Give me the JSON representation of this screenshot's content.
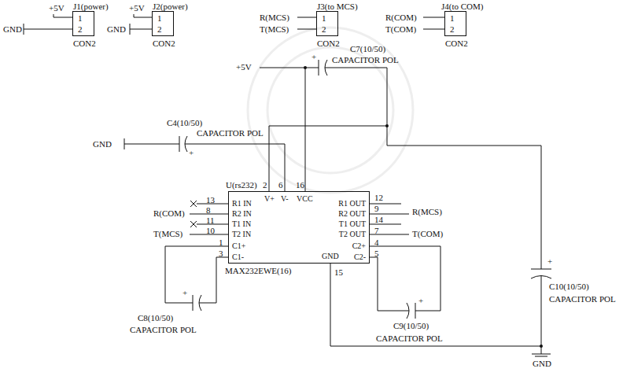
{
  "diagram": {
    "nodes": [
      {
        "text": [
          "J1(power)",
          "1",
          "2",
          "CON2"
        ]
      },
      {
        "text": [
          "J2(power)",
          "1",
          "2",
          "CON2"
        ]
      },
      {
        "text": [
          "J3(to MCS)",
          "1",
          "2",
          "CON2"
        ]
      },
      {
        "text": [
          "J4(to COM)",
          "1",
          "2",
          "CON2"
        ]
      },
      {
        "text": [
          "U(rs232)",
          "R1 IN",
          "R2 IN",
          "T1 IN",
          "T2 IN",
          "C1+",
          "C1-",
          "V+",
          "V-",
          "VCC",
          "GND",
          "R1 OUT",
          "R2 OUT",
          "T1 OUT",
          "T2 OUT",
          "C2+",
          "C2-",
          "MAX232EWE(16)"
        ]
      }
    ],
    "labels": [
      "+5V",
      "GND",
      "+5V",
      "GND",
      "R(MCS)",
      "T(MCS)",
      "R(COM)",
      "T(COM)",
      "+5V",
      "+",
      "C7(10/50)",
      "CAPACITOR POL",
      "C4(10/50)",
      "GND",
      "+",
      "CAPACITOR POL",
      "2",
      "6",
      "16",
      "13",
      "8",
      "11",
      "10",
      "1",
      "3",
      "R(COM)",
      "T(MCS)",
      "12",
      "9",
      "14",
      "7",
      "4",
      "5",
      "R(MCS)",
      "T(COM)",
      "15",
      "+",
      "C8(10/50)",
      "CAPACITOR POL",
      "+",
      "C9(10/50)",
      "CAPACITOR POL",
      "+",
      "C10(10/50)",
      "CAPACITOR POL",
      "GND"
    ]
  }
}
